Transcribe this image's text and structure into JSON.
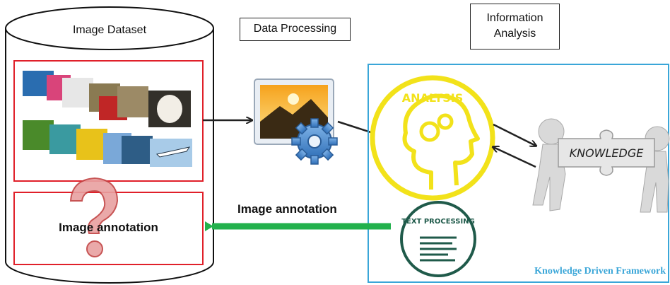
{
  "labels": {
    "image_dataset": "Image Dataset",
    "data_processing": "Data Processing",
    "information_analysis": "Information\nAnalysis",
    "image_annotation_box": "Image annotation",
    "image_annotation_arrow": "Image annotation",
    "framework": "Knowledge Driven Framework",
    "analysis_badge": "ANALYSIS",
    "text_processing_badge": "TEXT PROCESSING",
    "knowledge_puzzle": "KNOWLEDGE"
  },
  "colors": {
    "dataset_frame": "#e0202a",
    "framework_border": "#3aa6d8",
    "framework_text": "#3aa6d8",
    "annotation_arrow": "#22b14c",
    "analysis_yellow": "#f2e21a",
    "text_processing_green": "#1f5a4a",
    "question_mark": "#e05a5a"
  },
  "icons": [
    "image-thumbnails-collage",
    "image-settings-icon",
    "analysis-head-icon",
    "text-processing-icon",
    "knowledge-puzzle-icon",
    "question-mark-icon"
  ]
}
